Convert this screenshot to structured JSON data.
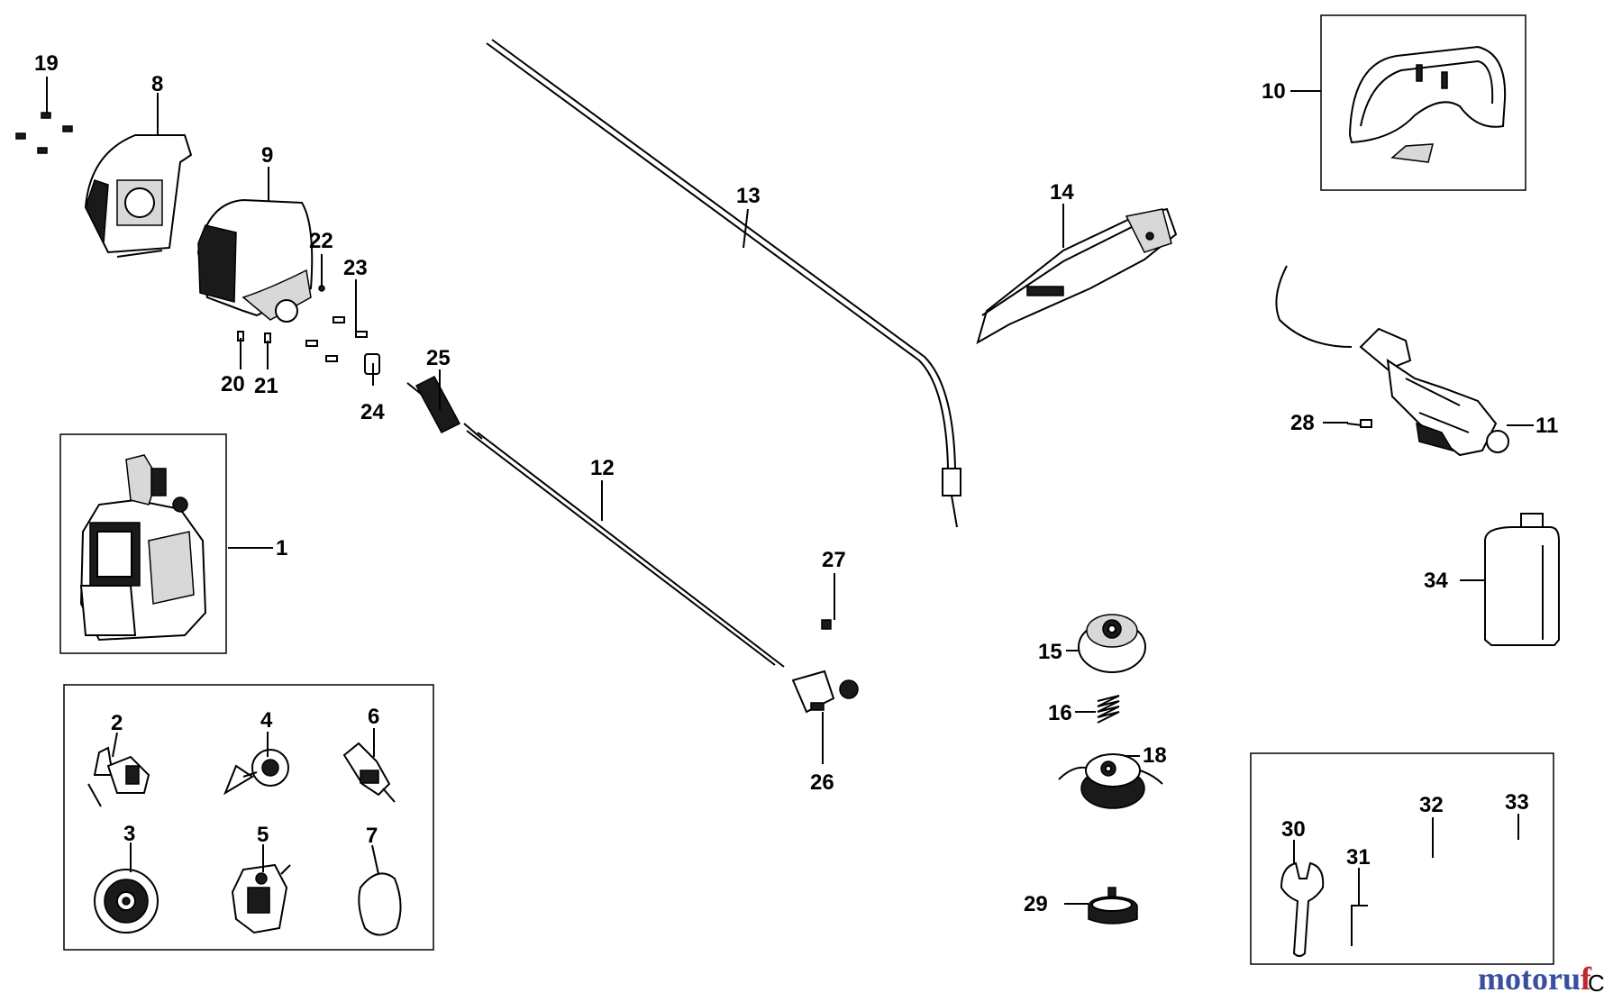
{
  "diagram": {
    "callouts": [
      {
        "id": "19",
        "label": "19"
      },
      {
        "id": "8",
        "label": "8"
      },
      {
        "id": "9",
        "label": "9"
      },
      {
        "id": "22",
        "label": "22"
      },
      {
        "id": "23",
        "label": "23"
      },
      {
        "id": "20",
        "label": "20"
      },
      {
        "id": "21",
        "label": "21"
      },
      {
        "id": "24",
        "label": "24"
      },
      {
        "id": "25",
        "label": "25"
      },
      {
        "id": "13",
        "label": "13"
      },
      {
        "id": "12",
        "label": "12"
      },
      {
        "id": "14",
        "label": "14"
      },
      {
        "id": "10",
        "label": "10"
      },
      {
        "id": "11",
        "label": "11"
      },
      {
        "id": "28",
        "label": "28"
      },
      {
        "id": "1",
        "label": "1"
      },
      {
        "id": "2",
        "label": "2"
      },
      {
        "id": "4",
        "label": "4"
      },
      {
        "id": "6",
        "label": "6"
      },
      {
        "id": "3",
        "label": "3"
      },
      {
        "id": "5",
        "label": "5"
      },
      {
        "id": "7",
        "label": "7"
      },
      {
        "id": "27",
        "label": "27"
      },
      {
        "id": "26",
        "label": "26"
      },
      {
        "id": "15",
        "label": "15"
      },
      {
        "id": "16",
        "label": "16"
      },
      {
        "id": "18",
        "label": "18"
      },
      {
        "id": "29",
        "label": "29"
      },
      {
        "id": "34",
        "label": "34"
      },
      {
        "id": "30",
        "label": "30"
      },
      {
        "id": "31",
        "label": "31"
      },
      {
        "id": "32",
        "label": "32"
      },
      {
        "id": "33",
        "label": "33"
      }
    ],
    "watermark": {
      "text_a": "motoru",
      "text_b": "f",
      "corner_mark": "C",
      "color_a": "#3a4fa0",
      "color_b": "#c0282d"
    }
  }
}
